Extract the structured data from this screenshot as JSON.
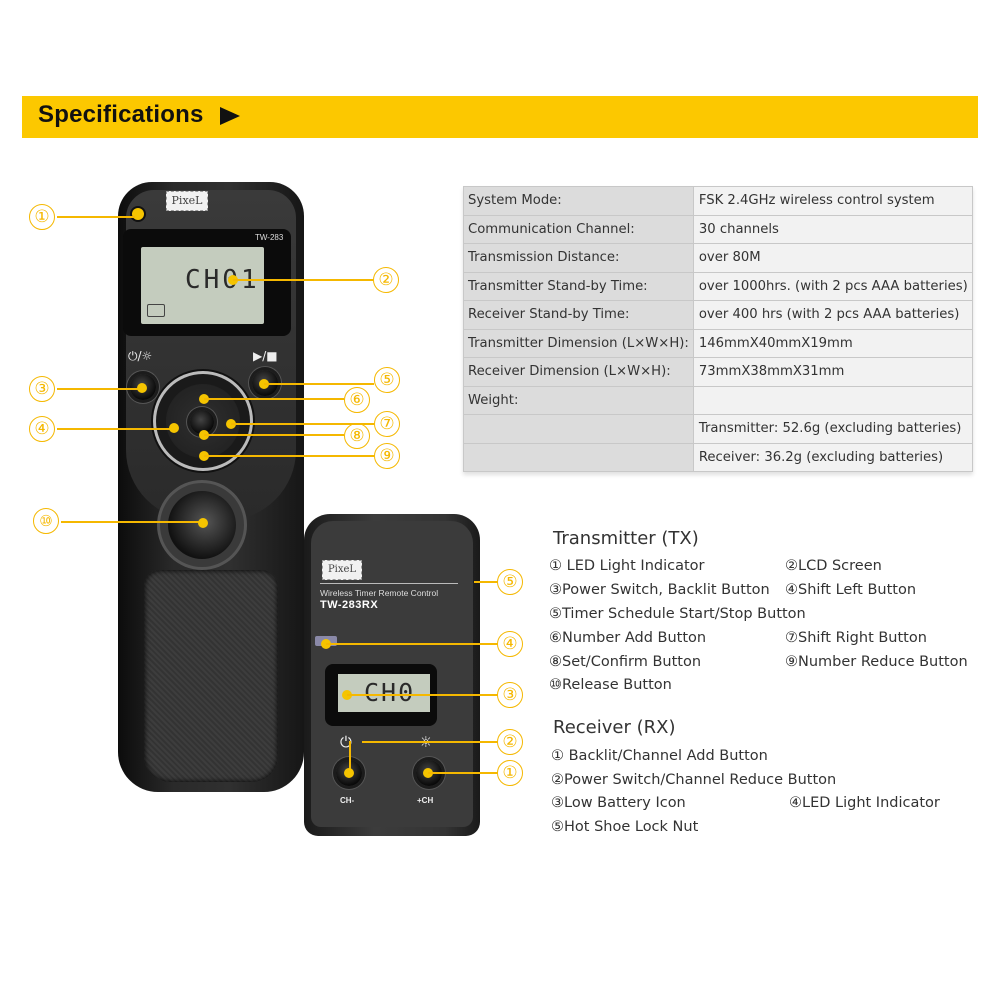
{
  "header": {
    "title": "Specifications",
    "arrow_icon": "right-arrow-icon",
    "accent_color": "#fcc800"
  },
  "specs": [
    {
      "label": "System Mode:",
      "value": "FSK 2.4GHz wireless control system"
    },
    {
      "label": "Communication Channel:",
      "value": "30 channels"
    },
    {
      "label": "Transmission Distance:",
      "value": "over 80M"
    },
    {
      "label": "Transmitter Stand-by Time:",
      "value": "over 1000hrs.  (with 2 pcs AAA batteries)"
    },
    {
      "label": "Receiver Stand-by Time:",
      "value": "over 400 hrs (with 2 pcs AAA batteries)"
    },
    {
      "label": "Transmitter Dimension (L×W×H):",
      "value": "146mmX40mmX19mm"
    },
    {
      "label": "Receiver Dimension (L×W×H):",
      "value": "73mmX38mmX31mm"
    },
    {
      "label": "Weight:",
      "value": ""
    },
    {
      "label": "",
      "value": "Transmitter: 52.6g (excluding batteries)"
    },
    {
      "label": "",
      "value": "Receiver: 36.2g (excluding batteries)"
    }
  ],
  "transmitter": {
    "title": "Transmitter (TX)",
    "brand": "PixeL",
    "model": "TW-283",
    "lcd_text": "CH01",
    "power_icon_label": "⏻/☼",
    "play_stop_icon_label": "▶/■",
    "items": [
      {
        "num": "①",
        "label": " LED Light Indicator"
      },
      {
        "num": "②",
        "label": "LCD Screen"
      },
      {
        "num": "③",
        "label": "Power Switch, Backlit Button"
      },
      {
        "num": "④",
        "label": "Shift Left Button"
      },
      {
        "num": "⑤",
        "label": "Timer Schedule Start/Stop Button"
      },
      {
        "num": "⑥",
        "label": "Number Add Button"
      },
      {
        "num": "⑦",
        "label": "Shift Right Button"
      },
      {
        "num": "⑧",
        "label": "Set/Confirm Button"
      },
      {
        "num": "⑨",
        "label": "Number Reduce Button"
      },
      {
        "num": "⑩",
        "label": "Release Button"
      }
    ],
    "callouts": [
      "①",
      "②",
      "③",
      "④",
      "⑤",
      "⑥",
      "⑦",
      "⑧",
      "⑨",
      "⑩"
    ]
  },
  "receiver": {
    "title": "Receiver (RX)",
    "brand": "PixeL",
    "description": "Wireless Timer Remote Control",
    "model": "TW-283RX",
    "lcd_text": "CH0",
    "power_icon_label": "⏻",
    "backlight_icon_label": "☼",
    "ch_minus_label": "CH-",
    "ch_plus_label": "+CH",
    "items": [
      {
        "num": "①",
        "label": " Backlit/Channel Add Button"
      },
      {
        "num": "②",
        "label": "Power Switch/Channel Reduce Button"
      },
      {
        "num": "③",
        "label": "Low Battery Icon"
      },
      {
        "num": "④",
        "label": "LED Light Indicator"
      },
      {
        "num": "⑤",
        "label": "Hot Shoe Lock Nut"
      }
    ],
    "callouts": [
      "①",
      "②",
      "③",
      "④",
      "⑤"
    ]
  }
}
